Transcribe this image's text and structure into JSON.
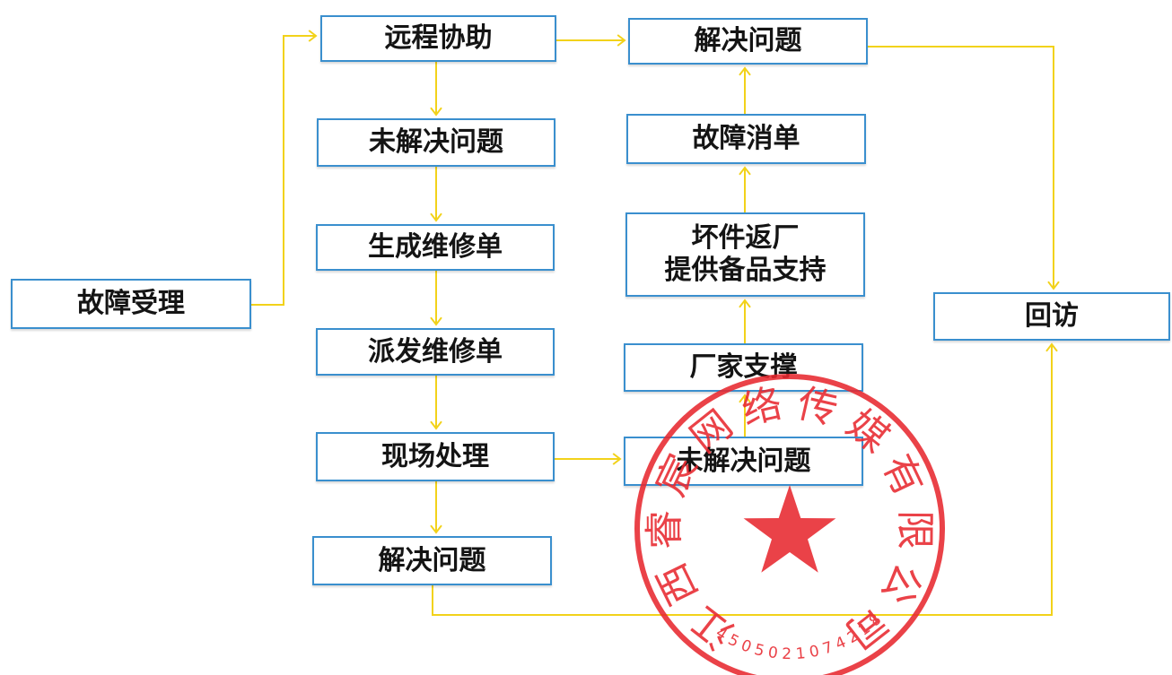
{
  "colors": {
    "box_border": "#3a8fce",
    "connector": "#f2d21a",
    "text": "#141414",
    "stamp": "#e8282f"
  },
  "nodes": {
    "fault_acceptance": "故障受理",
    "remote_assist": "远程协助",
    "unresolved_left": "未解决问题",
    "generate_order": "生成维修单",
    "dispatch_order": "派发维修单",
    "onsite": "现场处理",
    "resolved_bottom": "解决问题",
    "resolved_top": "解决问题",
    "fault_close": "故障消单",
    "return_spare": "坏件返厂\n提供备品支持",
    "vendor_support": "厂家支撑",
    "unresolved_right": "未解决问题",
    "revisit": "回访"
  },
  "stamp": {
    "text": "江西睿宸网络传媒有限公司",
    "code": "4505021074218",
    "icon": "star-icon"
  }
}
